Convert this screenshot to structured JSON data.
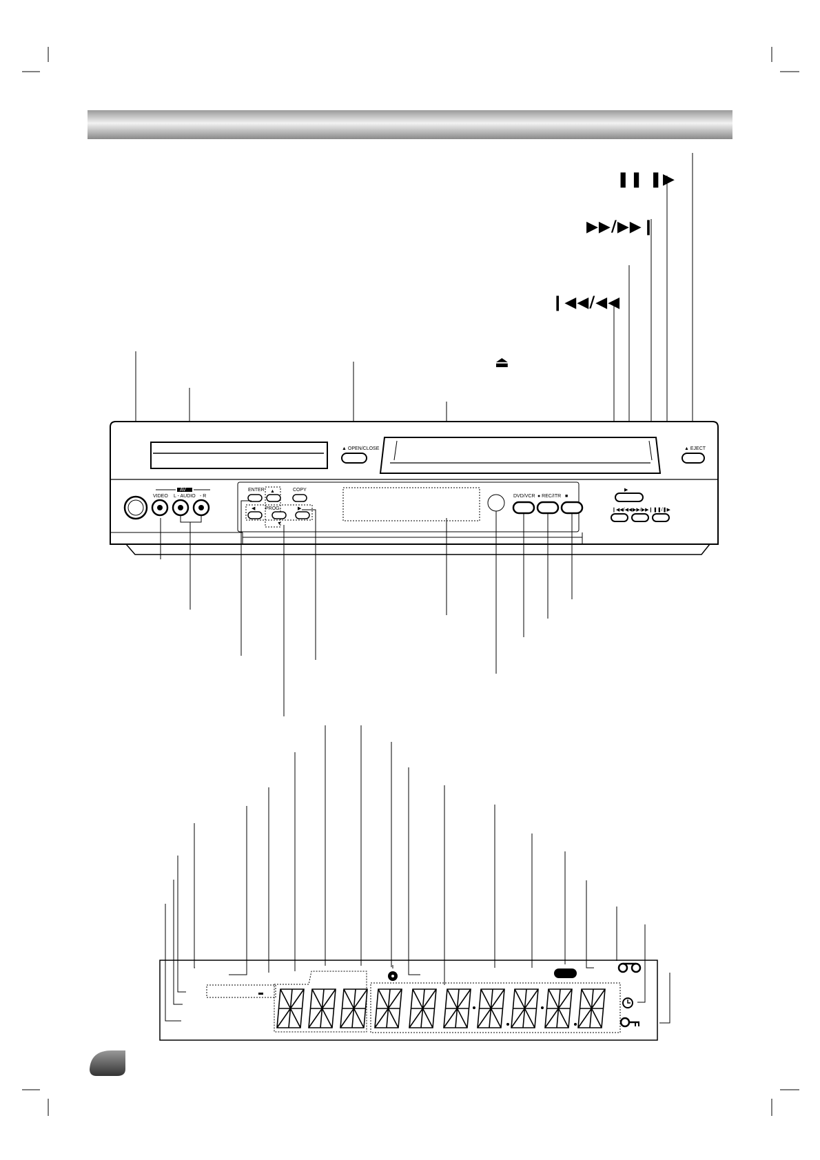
{
  "symbols": {
    "pause_step": "❚❚ ❚▶",
    "fast_forward_skip": "▶▶/▶▶❙",
    "rewind_skip": "❙◀◀/◀◀",
    "eject": "⏏"
  },
  "front_panel": {
    "open_close_label": "▲ OPEN/CLOSE",
    "eject_label": "▲ EJECT",
    "av_label": "AV",
    "video_label": "VIDEO",
    "audio_l_label": "L - AUDIO",
    "audio_r_label": "- R",
    "enter_label": "ENTER",
    "copy_label": "COPY",
    "prog_label": "PROG.",
    "dvd_vcr_label": "DVD/VCR",
    "rec_itr_label": "● REC/ITR",
    "stop_label": "■",
    "play_label": "▶",
    "rew_label": "❙◀◀/◀◀",
    "ff_label": "▶▶/▶▶❙",
    "pause_label": "❚❚/❚▶",
    "up_label": "▲",
    "down_label": "▼",
    "left_label": "◀",
    "right_label": "▶"
  },
  "colors": {
    "header_bar_light": "#f2f2f2",
    "header_bar_dark": "#8a8a8a",
    "page_tab": "#555555"
  }
}
